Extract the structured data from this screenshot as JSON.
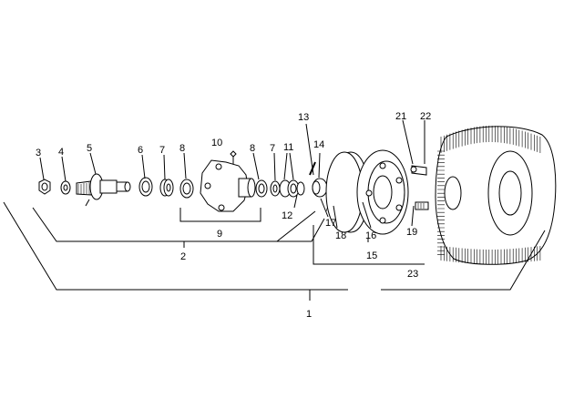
{
  "callouts": {
    "c1": "1",
    "c2": "2",
    "c3": "3",
    "c4": "4",
    "c5": "5",
    "c6": "6",
    "c7a": "7",
    "c7b": "7",
    "c8a": "8",
    "c8b": "8",
    "c9": "9",
    "c10": "10",
    "c11": "11",
    "c12": "12",
    "c13": "13",
    "c14": "14",
    "c15": "15",
    "c16": "16",
    "c17": "17",
    "c18": "18",
    "c19": "19",
    "c21": "21",
    "c22": "22",
    "c23": "23"
  },
  "colors": {
    "ink": "#000000",
    "paper": "#ffffff"
  }
}
